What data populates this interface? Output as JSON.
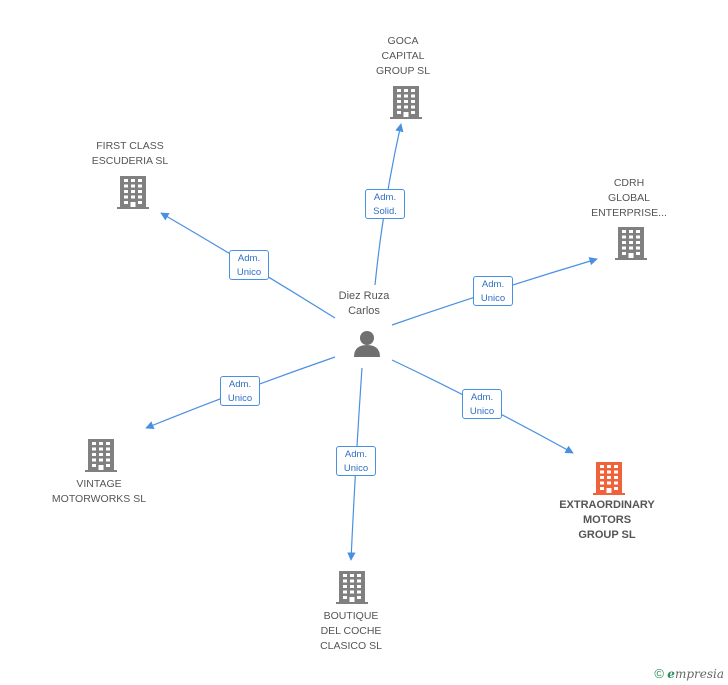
{
  "person": {
    "line1": "Diez Ruza",
    "line2": "Carlos"
  },
  "companies": [
    {
      "id": "goca",
      "lines": [
        "GOCA",
        "CAPITAL",
        "GROUP SL"
      ],
      "highlight": false
    },
    {
      "id": "firstclass",
      "lines": [
        "FIRST CLASS",
        "ESCUDERIA SL"
      ],
      "highlight": false
    },
    {
      "id": "cdrh",
      "lines": [
        "CDRH",
        "GLOBAL",
        "ENTERPRISE..."
      ],
      "highlight": false
    },
    {
      "id": "vintage",
      "lines": [
        "VINTAGE",
        "MOTORWORKS SL"
      ],
      "highlight": false
    },
    {
      "id": "boutique",
      "lines": [
        "BOUTIQUE",
        "DEL COCHE",
        "CLASICO SL"
      ],
      "highlight": false
    },
    {
      "id": "extraordinary",
      "lines": [
        "EXTRAORDINARY",
        "MOTORS",
        "GROUP SL"
      ],
      "highlight": true
    }
  ],
  "edges": [
    {
      "target": "goca",
      "label": [
        "Adm.",
        "Solid."
      ]
    },
    {
      "target": "firstclass",
      "label": [
        "Adm.",
        "Unico"
      ]
    },
    {
      "target": "cdrh",
      "label": [
        "Adm.",
        "Unico"
      ]
    },
    {
      "target": "vintage",
      "label": [
        "Adm.",
        "Unico"
      ]
    },
    {
      "target": "boutique",
      "label": [
        "Adm.",
        "Unico"
      ]
    },
    {
      "target": "extraordinary",
      "label": [
        "Adm.",
        "Unico"
      ]
    }
  ],
  "colors": {
    "edge": "#4a90e2",
    "building": "#808080",
    "highlight": "#f0623a",
    "person": "#707070"
  },
  "footer": {
    "copyright": "©",
    "brand_initial": "e",
    "brand_rest": "mpresia"
  }
}
